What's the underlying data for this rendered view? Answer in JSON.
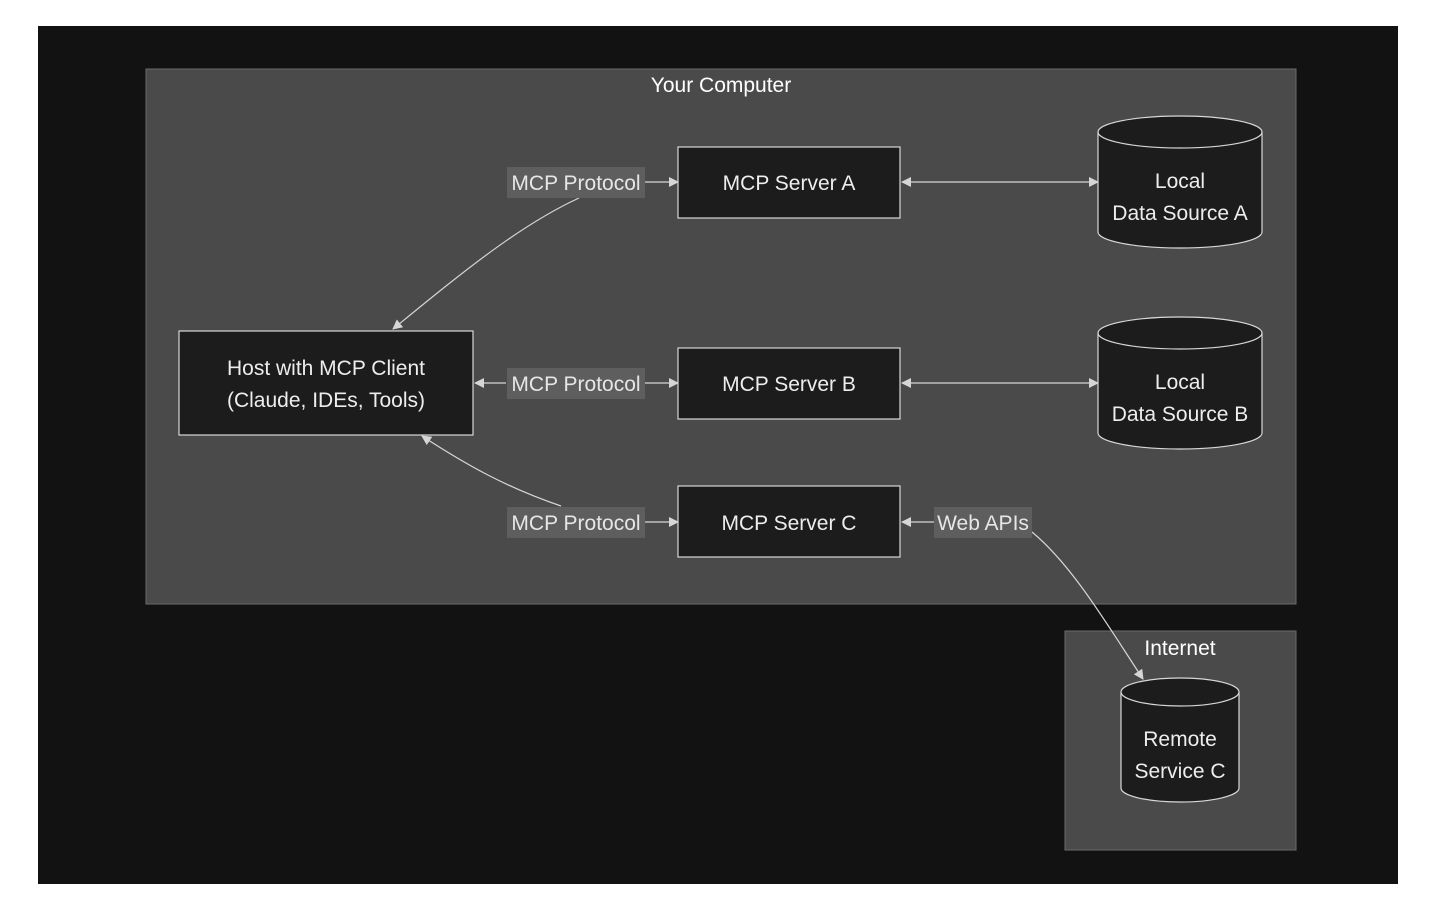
{
  "diagram": {
    "clusters": {
      "your_computer": {
        "title": "Your Computer"
      },
      "internet": {
        "title": "Internet"
      }
    },
    "nodes": {
      "host": {
        "line1": "Host with MCP Client",
        "line2": "(Claude, IDEs, Tools)"
      },
      "server_a": {
        "label": "MCP Server A"
      },
      "server_b": {
        "label": "MCP Server B"
      },
      "server_c": {
        "label": "MCP Server C"
      },
      "source_a": {
        "line1": "Local",
        "line2": "Data Source A"
      },
      "source_b": {
        "line1": "Local",
        "line2": "Data Source B"
      },
      "remote_c": {
        "line1": "Remote",
        "line2": "Service C"
      }
    },
    "edges": {
      "host_server_a": {
        "label": "MCP Protocol"
      },
      "host_server_b": {
        "label": "MCP Protocol"
      },
      "host_server_c": {
        "label": "MCP Protocol"
      },
      "server_c_remote": {
        "label": "Web APIs"
      }
    },
    "colors": {
      "canvas": "#121212",
      "cluster_fill": "#4a4a4a",
      "node_fill": "#1c1c1c",
      "line": "#d6d6d6",
      "label_bg": "#5e5e5e",
      "text": "#ededed"
    }
  }
}
